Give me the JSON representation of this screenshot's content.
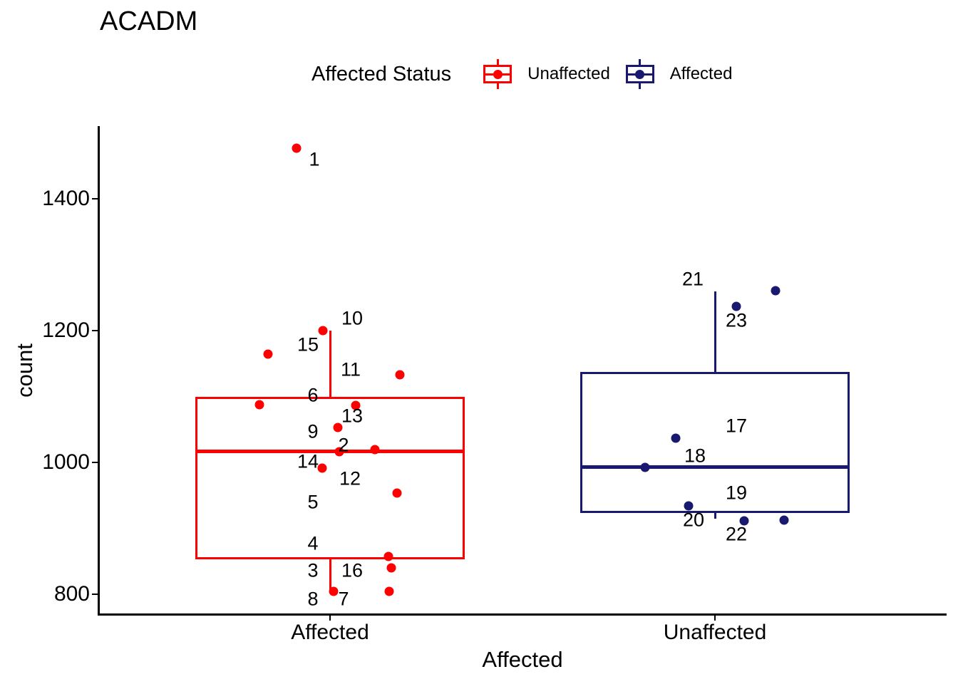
{
  "title": "ACADM",
  "legend": {
    "title": "Affected Status",
    "items": [
      {
        "label": "Unaffected",
        "color": "#FF0000"
      },
      {
        "label": "Affected",
        "color": "#191970"
      }
    ]
  },
  "axes": {
    "y": {
      "label": "count"
    },
    "x": {
      "label": "Affected"
    }
  },
  "chart_data": {
    "type": "boxplot",
    "title": "ACADM",
    "xlabel": "Affected",
    "ylabel": "count",
    "ylim": [
      770,
      1510
    ],
    "yticks": [
      800,
      1000,
      1200,
      1400
    ],
    "categories": [
      "Affected",
      "Unaffected"
    ],
    "legend_title": "Affected Status",
    "grid": false,
    "groups": [
      {
        "category": "Affected",
        "series": "Unaffected",
        "color": "#FF0000",
        "box": {
          "whisker_low": 805,
          "q1": 853,
          "median": 1017,
          "q3": 1100,
          "whisker_high": 1200
        },
        "points": [
          {
            "value": 1477,
            "dx": -47
          },
          {
            "value": 1200,
            "dx": -10
          },
          {
            "value": 1164,
            "dx": -87
          },
          {
            "value": 1133,
            "dx": 98
          },
          {
            "value": 1088,
            "dx": -99
          },
          {
            "value": 1087,
            "dx": 36
          },
          {
            "value": 1053,
            "dx": 11
          },
          {
            "value": 1016,
            "dx": 13
          },
          {
            "value": 1019,
            "dx": 63
          },
          {
            "value": 991,
            "dx": -11
          },
          {
            "value": 953,
            "dx": 94
          },
          {
            "value": 857,
            "dx": 82
          },
          {
            "value": 840,
            "dx": 86
          },
          {
            "value": 804,
            "dx": 5
          },
          {
            "value": 804,
            "dx": 83
          }
        ],
        "labels": [
          {
            "text": "1",
            "value": 1460,
            "dx": -22
          },
          {
            "text": "10",
            "value": 1218,
            "dx": 31
          },
          {
            "text": "15",
            "value": 1178,
            "dx": -31
          },
          {
            "text": "11",
            "value": 1141,
            "dx": 29
          },
          {
            "text": "6",
            "value": 1102,
            "dx": -24
          },
          {
            "text": "13",
            "value": 1070,
            "dx": 31
          },
          {
            "text": "9",
            "value": 1047,
            "dx": -24
          },
          {
            "text": "2",
            "value": 1026,
            "dx": 19
          },
          {
            "text": "14",
            "value": 1001,
            "dx": -31
          },
          {
            "text": "12",
            "value": 975,
            "dx": 28
          },
          {
            "text": "5",
            "value": 939,
            "dx": -24
          },
          {
            "text": "4",
            "value": 877,
            "dx": -24
          },
          {
            "text": "3",
            "value": 836,
            "dx": -24
          },
          {
            "text": "16",
            "value": 836,
            "dx": 31
          },
          {
            "text": "8",
            "value": 792,
            "dx": -24
          },
          {
            "text": "7",
            "value": 792,
            "dx": 19
          }
        ]
      },
      {
        "category": "Unaffected",
        "series": "Affected",
        "color": "#191970",
        "box": {
          "whisker_low": 915,
          "q1": 923,
          "median": 993,
          "q3": 1137,
          "whisker_high": 1260
        },
        "points": [
          {
            "value": 1261,
            "dx": 85
          },
          {
            "value": 1237,
            "dx": 30
          },
          {
            "value": 1037,
            "dx": -55
          },
          {
            "value": 992,
            "dx": -98
          },
          {
            "value": 934,
            "dx": -37
          },
          {
            "value": 911,
            "dx": 41
          },
          {
            "value": 912,
            "dx": 97
          }
        ],
        "labels": [
          {
            "text": "21",
            "value": 1278,
            "dx": -31
          },
          {
            "text": "23",
            "value": 1215,
            "dx": 30
          },
          {
            "text": "17",
            "value": 1055,
            "dx": 30
          },
          {
            "text": "18",
            "value": 1010,
            "dx": -28
          },
          {
            "text": "19",
            "value": 954,
            "dx": 30
          },
          {
            "text": "20",
            "value": 912,
            "dx": -30
          },
          {
            "text": "22",
            "value": 891,
            "dx": 30
          }
        ]
      }
    ]
  }
}
